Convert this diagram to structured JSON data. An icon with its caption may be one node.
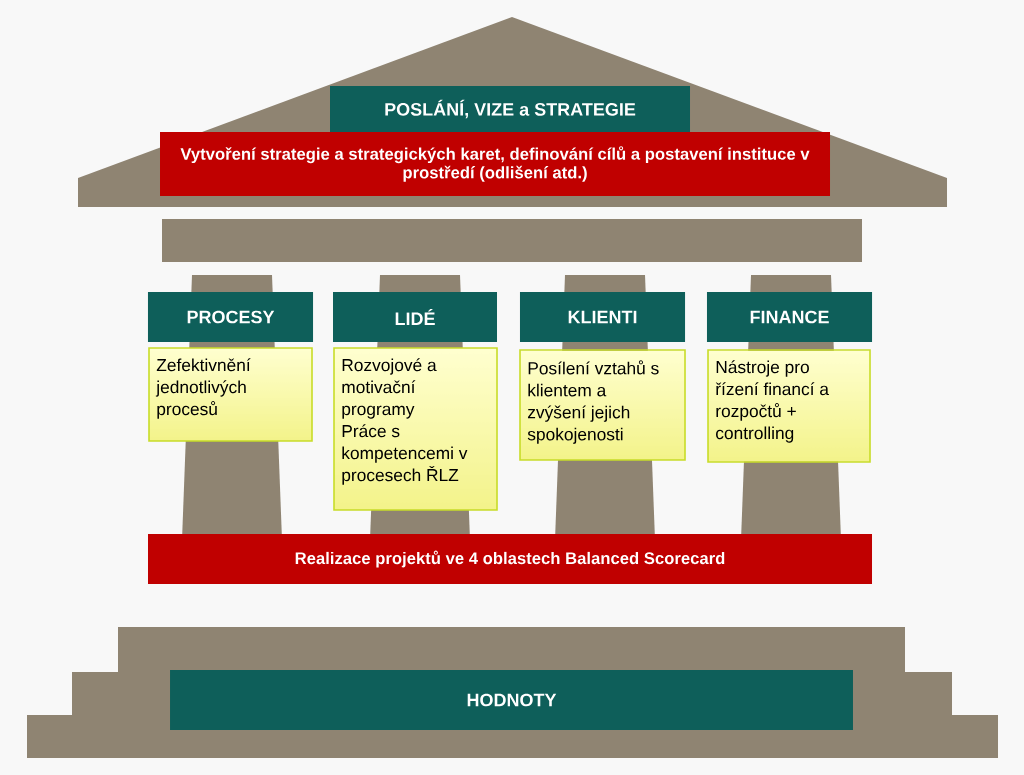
{
  "diagram": {
    "nodes": [
      {
        "text": [
          "POSLÁNÍ, VIZE a STRATEGIE"
        ]
      },
      {
        "text": [
          "Vytvoření strategie a strategických karet, definování cílů a postavení instituce v prostředí (odlišení atd.)"
        ]
      },
      {
        "text": [
          "PROCESY"
        ]
      },
      {
        "text": [
          "LIDÉ"
        ]
      },
      {
        "text": [
          "KLIENTI"
        ]
      },
      {
        "text": [
          "FINANCE"
        ]
      },
      {
        "text": [
          "Zefektivnění jednotlivých procesů"
        ]
      },
      {
        "text": [
          "Rozvojové a motivační programy",
          "Práce s kompetencemi v procesech ŘLZ"
        ]
      },
      {
        "text": [
          "Posílení vztahů s klientem a zvýšení jejich spokojenosti"
        ]
      },
      {
        "text": [
          "Nástroje pro řízení financí a rozpočtů + controlling"
        ]
      },
      {
        "text": [
          "Realizace projektů ve 4 oblastech Balanced Scorecard"
        ]
      },
      {
        "text": [
          "HODNOTY"
        ]
      }
    ]
  }
}
